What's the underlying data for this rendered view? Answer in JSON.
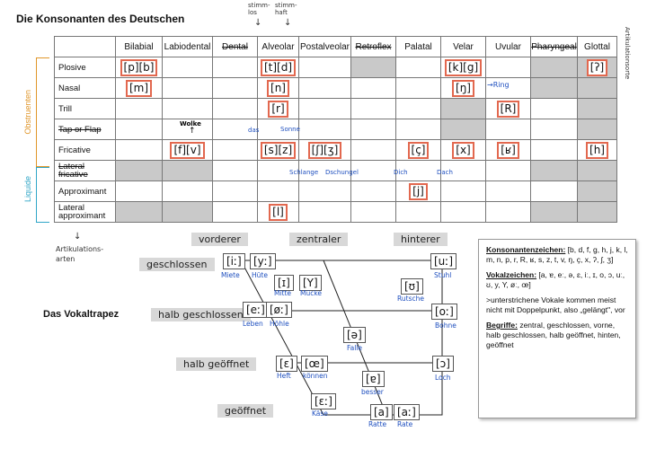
{
  "title": "Die Konsonanten des Deutschen",
  "top_notes": {
    "stimmlos": "stimm-los",
    "stimmhaft": "stimm-haft"
  },
  "side_note_right": "Artikulationsorte",
  "columns": [
    "Bilabial",
    "Labiodental",
    "Dental",
    "Alveolar",
    "Postalveolar",
    "Retroflex",
    "Palatal",
    "Velar",
    "Uvular",
    "Pharyngeal",
    "Glottal"
  ],
  "rows": [
    {
      "label": "Plosive"
    },
    {
      "label": "Nasal"
    },
    {
      "label": "Trill"
    },
    {
      "label": "Tap or Flap"
    },
    {
      "label": "Fricative"
    },
    {
      "label": "Lateral fricative"
    },
    {
      "label": "Approximant"
    },
    {
      "label": "Lateral approximant"
    }
  ],
  "cells": {
    "plosive_bilabial": "[p][b]",
    "plosive_alveolar": "[t][d]",
    "plosive_velar": "[k][g]",
    "plosive_glottal": "[ʔ]",
    "nasal_bilabial": "[m]",
    "nasal_alveolar": "[n]",
    "nasal_velar": "[ŋ]",
    "trill_alveolar": "[r]",
    "trill_uvular": "[R]",
    "fric_labiodental": "[f][v]",
    "fric_alveolar": "[s][z]",
    "fric_postalveolar": "[ʃ][ʒ]",
    "fric_palatal": "[ç]",
    "fric_velar": "[x]",
    "fric_uvular": "[ʁ]",
    "fric_glottal": "[h]",
    "approx_palatal": "[j]",
    "lat_approx_alveolar": "[l]"
  },
  "annotations": {
    "ring": "Ring",
    "wolke": "Wolke",
    "das": "das",
    "sonne": "Sonne",
    "schlange": "Schlange",
    "dschungel": "Dschungel",
    "dich": "Dich",
    "dach": "Dach",
    "plosive_side": "Obstruenten",
    "liquide_side": "Liquide",
    "artik_arten": "Artikulations-arten"
  },
  "vowel_title": "Das Vokaltrapez",
  "vowel_headers": {
    "front": "vorderer",
    "central": "zentraler",
    "back": "hinterer"
  },
  "vowel_heights": {
    "closed": "geschlossen",
    "half_closed": "halb geschlossen",
    "half_open": "halb geöffnet",
    "open": "geöffnet"
  },
  "vowels": [
    {
      "sym": "[iː]",
      "word": "Miete"
    },
    {
      "sym": "[yː]",
      "word": "Hüte"
    },
    {
      "sym": "[ɪ]",
      "word": "Mitte"
    },
    {
      "sym": "[Y]",
      "word": "Mücke"
    },
    {
      "sym": "[uː]",
      "word": "Stuhl"
    },
    {
      "sym": "[ʊ]",
      "word": "Rutsche"
    },
    {
      "sym": "[eː]",
      "word": "Leben"
    },
    {
      "sym": "[øː]",
      "word": "Höhle"
    },
    {
      "sym": "[oː]",
      "word": "Bohne"
    },
    {
      "sym": "[ə]",
      "word": "Falle"
    },
    {
      "sym": "[ɛ]",
      "word": "Heft"
    },
    {
      "sym": "[œ]",
      "word": "können"
    },
    {
      "sym": "[ɔ]",
      "word": "Loch"
    },
    {
      "sym": "[ɐ]",
      "word": "besser"
    },
    {
      "sym": "[ɛː]",
      "word": "Käse"
    },
    {
      "sym": "[a]",
      "word": "Ratte"
    },
    {
      "sym": "[aː]",
      "word": "Rate"
    }
  ],
  "legend": {
    "k_title": "Konsonantenzeichen:",
    "k_text": " [b, d, f, g, h, j, k, l, m, n, p, r, R, ʁ, s, z, t, v, ŋ, ç, x, ʔ, ʃ, ʒ]",
    "v_title": "Vokalzeichen:",
    "v_text": " [a, ɐ, eː, ə, ɛ, iː, ɪ, o, ɔ, uː, ʊ, y, Y, øː, œ]",
    "note": ">unterstrichene Vokale kommen meist nicht mit Doppelpunkt, also „gelängt\", vor",
    "b_title": "Begriffe:",
    "b_text": " zentral, geschlossen, vorne, halb geschlossen, halb geöffnet, hinten, geöffnet"
  }
}
